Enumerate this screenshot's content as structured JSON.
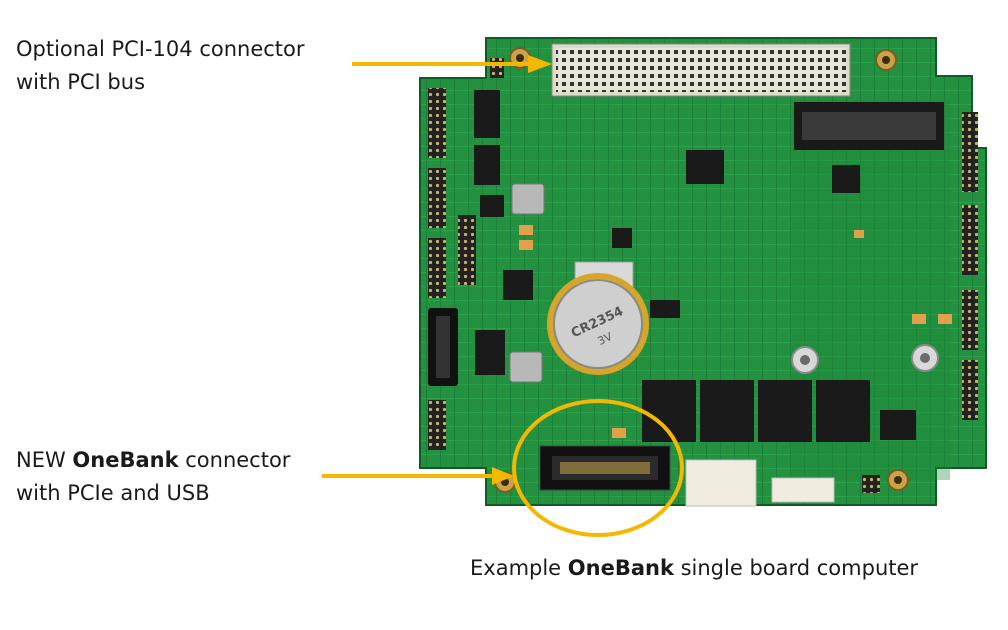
{
  "callouts": {
    "pci104": {
      "line1": "Optional PCI-104 connector",
      "line2": "with PCI bus"
    },
    "onebank": {
      "line1_prefix": "NEW ",
      "line1_bold": "OneBank",
      "line1_suffix": " connector",
      "line2": "with PCIe and USB"
    }
  },
  "caption": {
    "prefix": "Example ",
    "bold": "OneBank",
    "suffix": " single board computer"
  },
  "board": {
    "battery_label": "CR2354",
    "battery_voltage": "3V"
  },
  "colors": {
    "accent": "#f5b800",
    "pcb": "#1f8a3e",
    "pcb_dark": "#15662c",
    "chip": "#1a1a1a"
  }
}
